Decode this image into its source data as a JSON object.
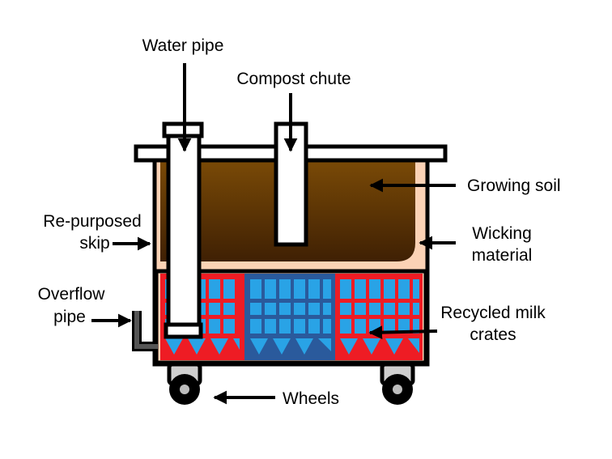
{
  "labels": {
    "water_pipe": "Water pipe",
    "compost_chute": "Compost chute",
    "growing_soil": "Growing soil",
    "re_purposed_skip_line1": "Re-purposed",
    "re_purposed_skip_line2": "skip",
    "wicking_material_line1": "Wicking",
    "wicking_material_line2": "material",
    "overflow_pipe_line1": "Overflow",
    "overflow_pipe_line2": "pipe",
    "recycled_milk_crates_line1": "Recycled milk",
    "recycled_milk_crates_line2": "crates",
    "wheels": "Wheels"
  },
  "colors": {
    "outline": "#000000",
    "wicking": "#fbd2b5",
    "soil_top": "#7a4a06",
    "soil_bottom": "#3f2004",
    "crate_red": "#ee1c24",
    "crate_blue": "#29a3e6",
    "crate_dark_blue": "#2a5a9c",
    "pipe": "#ffffff",
    "overflow_pipe": "#555555",
    "wheel_housing": "#cfcfcf"
  }
}
